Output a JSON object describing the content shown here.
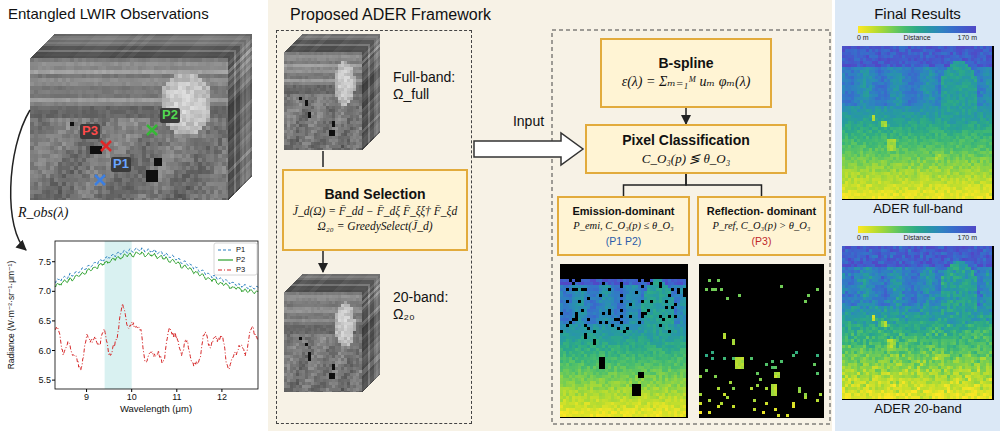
{
  "diagram": {
    "nodes": [
      {
        "text": [
          "Entangled LWIR Observations"
        ]
      },
      {
        "text": [
          "Proposed ADER Framework"
        ]
      },
      {
        "text": [
          "Final Results"
        ]
      },
      {
        "text": [
          "Full-band: Ω_full",
          "20-band: Ω₂₀"
        ],
        "in": 1
      },
      {
        "text": [
          "Band Selection",
          "J̄_d(Ω) = F̄_dd − F̄_dξ F̄_ξξ† F̄_ξd",
          "Ω₂₀ = GreedySelect(J̄_d)"
        ],
        "in": 3
      },
      {
        "text": [
          "B-spline",
          "ε(λ) = Σₘ₌₁ᴹ uₘ φₘ(λ)"
        ],
        "in": 1
      },
      {
        "text": [
          "Pixel Classification",
          "C_O₃(p) ≶ θ_O₃"
        ],
        "in": 1
      },
      {
        "text": [
          "Emission-dominant",
          "P_emi, C_O₃(p) ≤ θ_O₃",
          "(P1 P2)"
        ],
        "in": 1
      },
      {
        "text": [
          "Reflection- dominant",
          "P_ref, C_O₃(p) > θ_O₃",
          "(P3)"
        ],
        "in": 1
      }
    ],
    "edges": [
      {
        "from": 3,
        "to": 6,
        "label": "Input",
        "arrow": "to"
      },
      {
        "from": 5,
        "to": 6,
        "arrow": "to"
      },
      {
        "from": 6,
        "to": 7,
        "arrow": "none"
      },
      {
        "from": 6,
        "to": 8,
        "arrow": "none"
      }
    ],
    "labels": [
      "P1",
      "P2",
      "P3",
      "R_obs(λ)",
      "7.5",
      "7.0",
      "6.5",
      "6.0",
      "5.5",
      "9",
      "10",
      "11",
      "12",
      "Radiance (W·m⁻²·sr⁻¹·μm⁻¹)",
      "Wavelength (μm)",
      "0 m",
      "Distance",
      "170 m",
      "ADER full-band",
      "0 m",
      "Distance",
      "170 m",
      "ADER 20-band"
    ],
    "legend": [
      {
        "text": "P1"
      },
      {
        "text": "P2"
      },
      {
        "text": "P3"
      }
    ]
  }
}
